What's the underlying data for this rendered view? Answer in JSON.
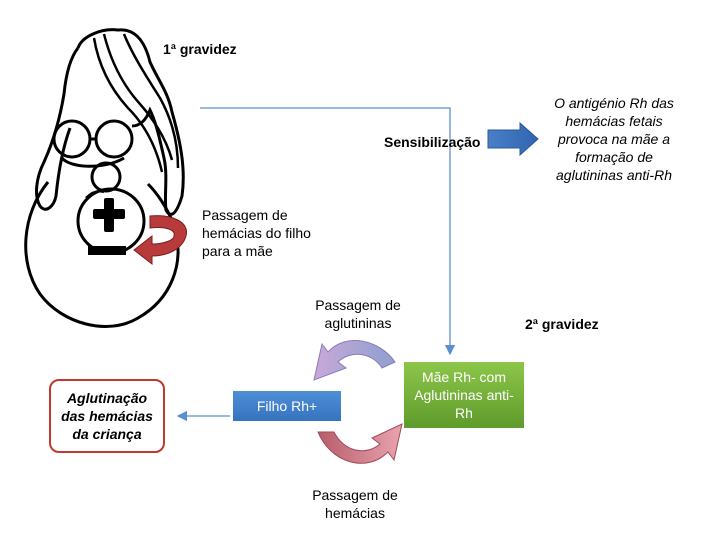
{
  "labels": {
    "first_pregnancy": "1ª gravidez",
    "sensitization": "Sensibilização",
    "antigen_note": "O antigénio Rh das hemácias fetais provoca na mãe a formação de aglutininas anti-Rh",
    "passage_fetal_cells": "Passagem de hemácias do filho para a mãe",
    "passage_agglutinins": "Passagem de aglutininas",
    "second_pregnancy": "2ª gravidez",
    "passage_red_cells": "Passagem de hemácias"
  },
  "boxes": {
    "mother": "Mãe Rh- com Aglutininas anti-Rh",
    "child": "Filho Rh+",
    "agglutination": "Aglutinação das hemácias da criança"
  },
  "colors": {
    "connector": "#5b8fd0",
    "mother_box": "#72ad3a",
    "child_box": "#4483cc",
    "agglutination_border": "#c0392b",
    "sensitization_arrow": "#4a7fc8",
    "fetal_passage_arrow": "#b93a3a",
    "agglutinin_cycle_arrow": "#a99ad0",
    "red_cell_cycle_arrow": "#c96b7a"
  }
}
